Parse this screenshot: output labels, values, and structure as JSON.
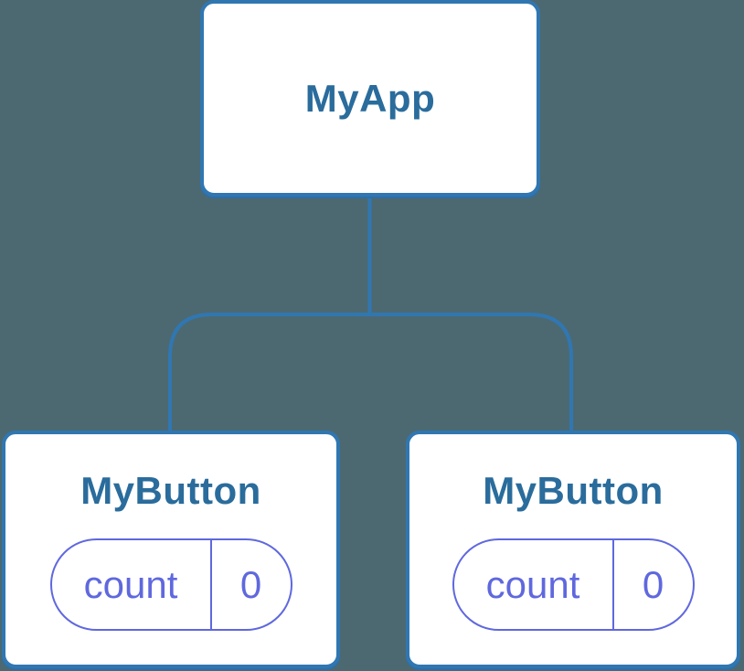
{
  "tree": {
    "root": {
      "label": "MyApp"
    },
    "children": [
      {
        "label": "MyButton",
        "state": {
          "key": "count",
          "value": "0"
        }
      },
      {
        "label": "MyButton",
        "state": {
          "key": "count",
          "value": "0"
        }
      }
    ]
  },
  "colors": {
    "background": "#4c6971",
    "node_fill": "#ffffff",
    "node_border": "#3077b2",
    "node_border_shadow": "#2d6fa7",
    "node_label": "#2a6c9c",
    "connector": "#3077b2",
    "state_accent": "#5f68de"
  }
}
